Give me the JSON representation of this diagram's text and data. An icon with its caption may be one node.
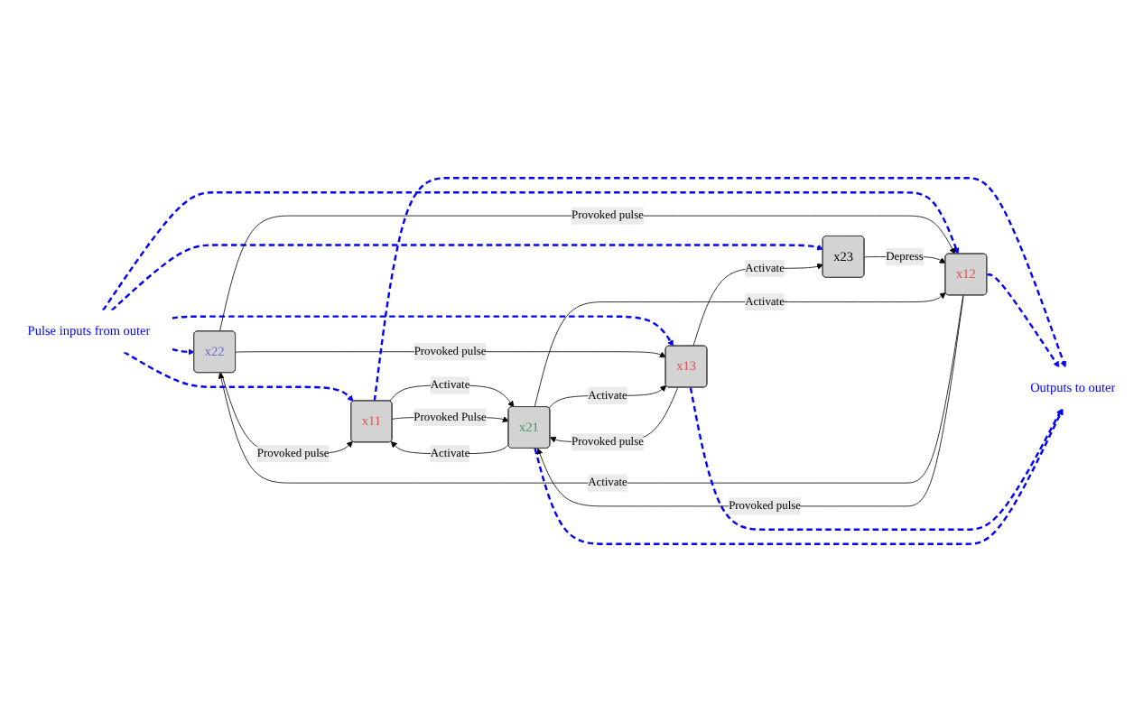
{
  "diagram": {
    "nodes": [
      {
        "text": [
          "Pulse inputs from outer"
        ]
      },
      {
        "text": [
          "x22"
        ]
      },
      {
        "text": [
          "x11"
        ]
      },
      {
        "text": [
          "x12"
        ]
      },
      {
        "text": [
          "x23"
        ]
      },
      {
        "text": [
          "x13"
        ]
      },
      {
        "text": [
          "x21"
        ]
      },
      {
        "text": [
          "Outputs to outer"
        ]
      }
    ],
    "edges": [
      {
        "from": 0,
        "to": 1,
        "arrow": "to",
        "style": "dashed",
        "color": "#0000ff"
      },
      {
        "from": 0,
        "to": 2,
        "arrow": "to",
        "style": "dashed",
        "color": "#0000ff"
      },
      {
        "from": 0,
        "to": 3,
        "arrow": "to",
        "style": "dashed",
        "color": "#0000ff"
      },
      {
        "from": 0,
        "to": 4,
        "arrow": "to",
        "style": "dashed",
        "color": "#0000ff"
      },
      {
        "from": 0,
        "to": 5,
        "arrow": "to",
        "style": "dashed",
        "color": "#0000ff"
      },
      {
        "from": 1,
        "to": 2,
        "arrow": "to",
        "label": "Provoked pulse"
      },
      {
        "from": 2,
        "to": 6,
        "arrow": "to",
        "label": "Activate"
      },
      {
        "from": 1,
        "to": 3,
        "arrow": "to",
        "label": "Provoked pulse"
      },
      {
        "from": 3,
        "to": 1,
        "arrow": "to",
        "label": "Activate"
      },
      {
        "from": 1,
        "to": 5,
        "arrow": "to",
        "label": "Provoked pulse"
      },
      {
        "from": 5,
        "to": 4,
        "arrow": "to",
        "label": "Activate"
      },
      {
        "from": 4,
        "to": 3,
        "arrow": "to",
        "label": "Depress"
      },
      {
        "from": 2,
        "to": 6,
        "arrow": "to",
        "label": "Provoked Pulse"
      },
      {
        "from": 6,
        "to": 2,
        "arrow": "to",
        "label": "Activate"
      },
      {
        "from": 3,
        "to": 6,
        "arrow": "to",
        "label": "Provoked pulse"
      },
      {
        "from": 6,
        "to": 3,
        "arrow": "to",
        "label": "Activate"
      },
      {
        "from": 5,
        "to": 6,
        "arrow": "to",
        "label": "Provoked pulse"
      },
      {
        "from": 6,
        "to": 5,
        "arrow": "to",
        "label": "Activate"
      },
      {
        "from": 2,
        "to": 7,
        "arrow": "to",
        "style": "dashed",
        "color": "#0000ff"
      },
      {
        "from": 3,
        "to": 7,
        "arrow": "to",
        "style": "dashed",
        "color": "#0000ff"
      },
      {
        "from": 5,
        "to": 7,
        "arrow": "to",
        "style": "dashed",
        "color": "#0000ff"
      },
      {
        "from": 6,
        "to": 7,
        "arrow": "to",
        "style": "dashed",
        "color": "#0000ff"
      }
    ]
  }
}
